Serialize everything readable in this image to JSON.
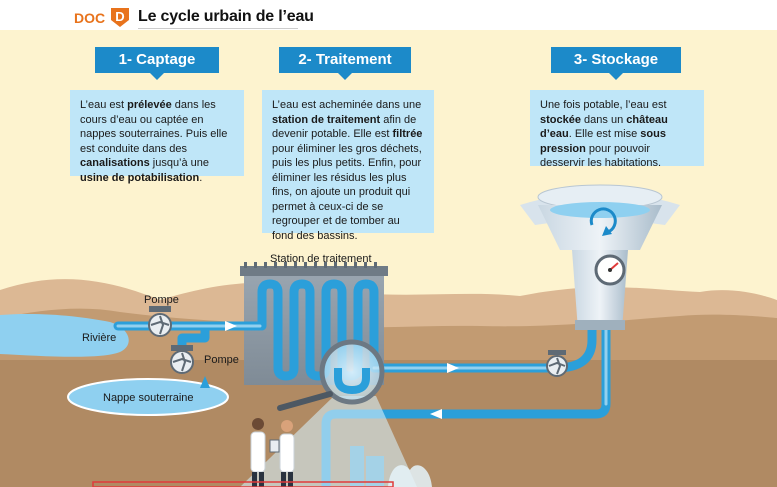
{
  "header": {
    "doc_label": "DOC",
    "doc_letter": "D",
    "title": "Le cycle urbain de l’eau"
  },
  "steps": [
    {
      "label": "1- Captage",
      "parts": [
        {
          "t": "L’eau est ",
          "b": false
        },
        {
          "t": "prélevée",
          "b": true
        },
        {
          "t": " dans les cours d’eau ou captée en nappes souterraines. Puis elle est conduite dans des ",
          "b": false
        },
        {
          "t": "canalisations",
          "b": true
        },
        {
          "t": " jusqu’à une ",
          "b": false
        },
        {
          "t": "usine de potabilisation",
          "b": true
        },
        {
          "t": ".",
          "b": false
        }
      ]
    },
    {
      "label": "2- Traitement",
      "parts": [
        {
          "t": "L’eau est acheminée dans une ",
          "b": false
        },
        {
          "t": "station de traitement",
          "b": true
        },
        {
          "t": " afin de devenir potable. Elle est ",
          "b": false
        },
        {
          "t": "filtrée",
          "b": true
        },
        {
          "t": " pour éliminer les gros déchets, puis les plus petits. Enfin, pour éliminer les résidus les plus fins, on ajoute un produit qui permet à ceux-ci de se regrouper et de tomber au fond des bassins.",
          "b": false
        }
      ]
    },
    {
      "label": "3- Stockage",
      "parts": [
        {
          "t": "Une fois potable, l’eau est ",
          "b": false
        },
        {
          "t": "stockée",
          "b": true
        },
        {
          "t": " dans un ",
          "b": false
        },
        {
          "t": "château d’eau",
          "b": true
        },
        {
          "t": ". Elle est mise ",
          "b": false
        },
        {
          "t": "sous pression",
          "b": true
        },
        {
          "t": " pour pouvoir desservir les habitations.",
          "b": false
        }
      ]
    }
  ],
  "labels": {
    "station": "Station de traitement",
    "pump_top": "Pompe",
    "pump_bottom": "Pompe",
    "river": "Rivière",
    "aquifer": "Nappe souterraine"
  },
  "colors": {
    "accent_orange": "#e8731c",
    "step_blue": "#1c8ac9",
    "text_box": "#bfe6f8",
    "water": "#8fd0f0",
    "pipe": "#2b9fda",
    "ground": "#c29b72",
    "sky": "#fdf3cf"
  }
}
